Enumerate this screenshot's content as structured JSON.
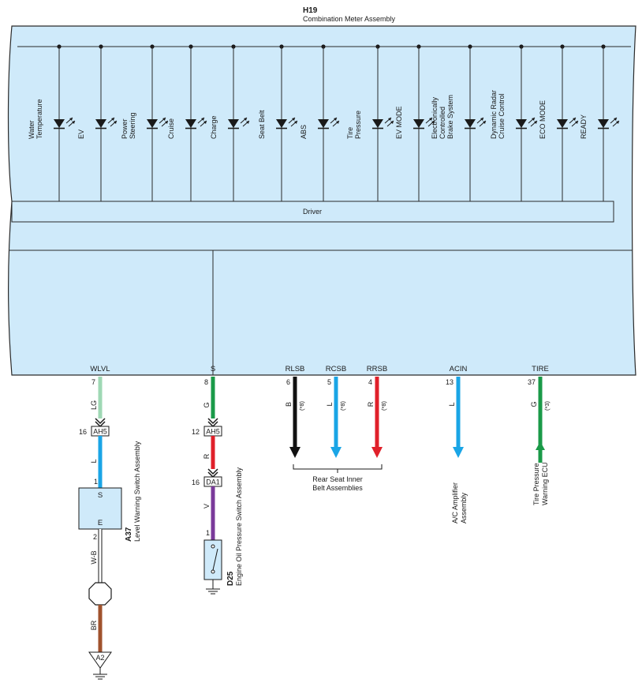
{
  "header": {
    "code": "H19",
    "name": "Combination Meter Assembly"
  },
  "indicators": [
    "Water\nTemperature",
    "EV",
    "Power\nSteering",
    "Cruise",
    "Charge",
    "Seat Belt",
    "ABS",
    "Tire\nPressure",
    "EV MODE",
    "Electronically\nControlled\nBrake System",
    "Dynamic Radar\nCruise Control",
    "ECO MODE",
    "READY"
  ],
  "driver_label": "Driver",
  "terminals": [
    {
      "name": "WLVL",
      "pin": "7",
      "wire": "LG",
      "color": "#9fd8b4"
    },
    {
      "name": "S",
      "pin": "8",
      "wire": "G",
      "color": "#1a9a48"
    },
    {
      "name": "RLSB",
      "pin": "6",
      "wire": "B",
      "color": "#111111",
      "note": "(*8)"
    },
    {
      "name": "RCSB",
      "pin": "5",
      "wire": "L",
      "color": "#1aa5e6",
      "note": "(*8)"
    },
    {
      "name": "RRSB",
      "pin": "4",
      "wire": "R",
      "color": "#e0202a",
      "note": "(*8)"
    },
    {
      "name": "ACIN",
      "pin": "13",
      "wire": "L",
      "color": "#1aa5e6"
    },
    {
      "name": "TIRE",
      "pin": "37",
      "wire": "G",
      "color": "#1a9a48",
      "note": "(*3)"
    }
  ],
  "connectors": {
    "ah5_left": {
      "name": "AH5",
      "pin": "16"
    },
    "ah5_right": {
      "name": "AH5",
      "pin": "12"
    },
    "da1": {
      "name": "DA1",
      "pin": "16"
    },
    "a2": {
      "name": "A2"
    }
  },
  "level_switch": {
    "code": "A37",
    "name": "Level Warning Switch Assembly",
    "pin_top": "1",
    "pin_bottom": "2",
    "term_s": "S",
    "term_e": "E",
    "wire_in": "L",
    "wire_out": "W-B",
    "wire_ground": "BR"
  },
  "oil_switch": {
    "code": "D25",
    "name": "Engine Oil Pressure Switch Assembly",
    "pin_top": "1",
    "wire_mid": "R",
    "wire_low": "V"
  },
  "rear_seat": {
    "label_line1": "Rear Seat Inner",
    "label_line2": "Belt Assemblies"
  },
  "ac_amp": {
    "line1": "A/C Amplifier",
    "line2": "Assembly"
  },
  "tire_ecu": {
    "line1": "Tire Pressure",
    "line2": "Warning ECU"
  },
  "colors": {
    "panel": "#cfeafa",
    "outline": "#2a2a2a",
    "wire_LG": "#9fd8b4",
    "wire_G": "#1a9a48",
    "wire_B": "#111111",
    "wire_L": "#1aa5e6",
    "wire_R": "#e0202a",
    "wire_V": "#7a3a9a",
    "wire_WB": "#ffffff",
    "wire_BR": "#a0522d"
  }
}
